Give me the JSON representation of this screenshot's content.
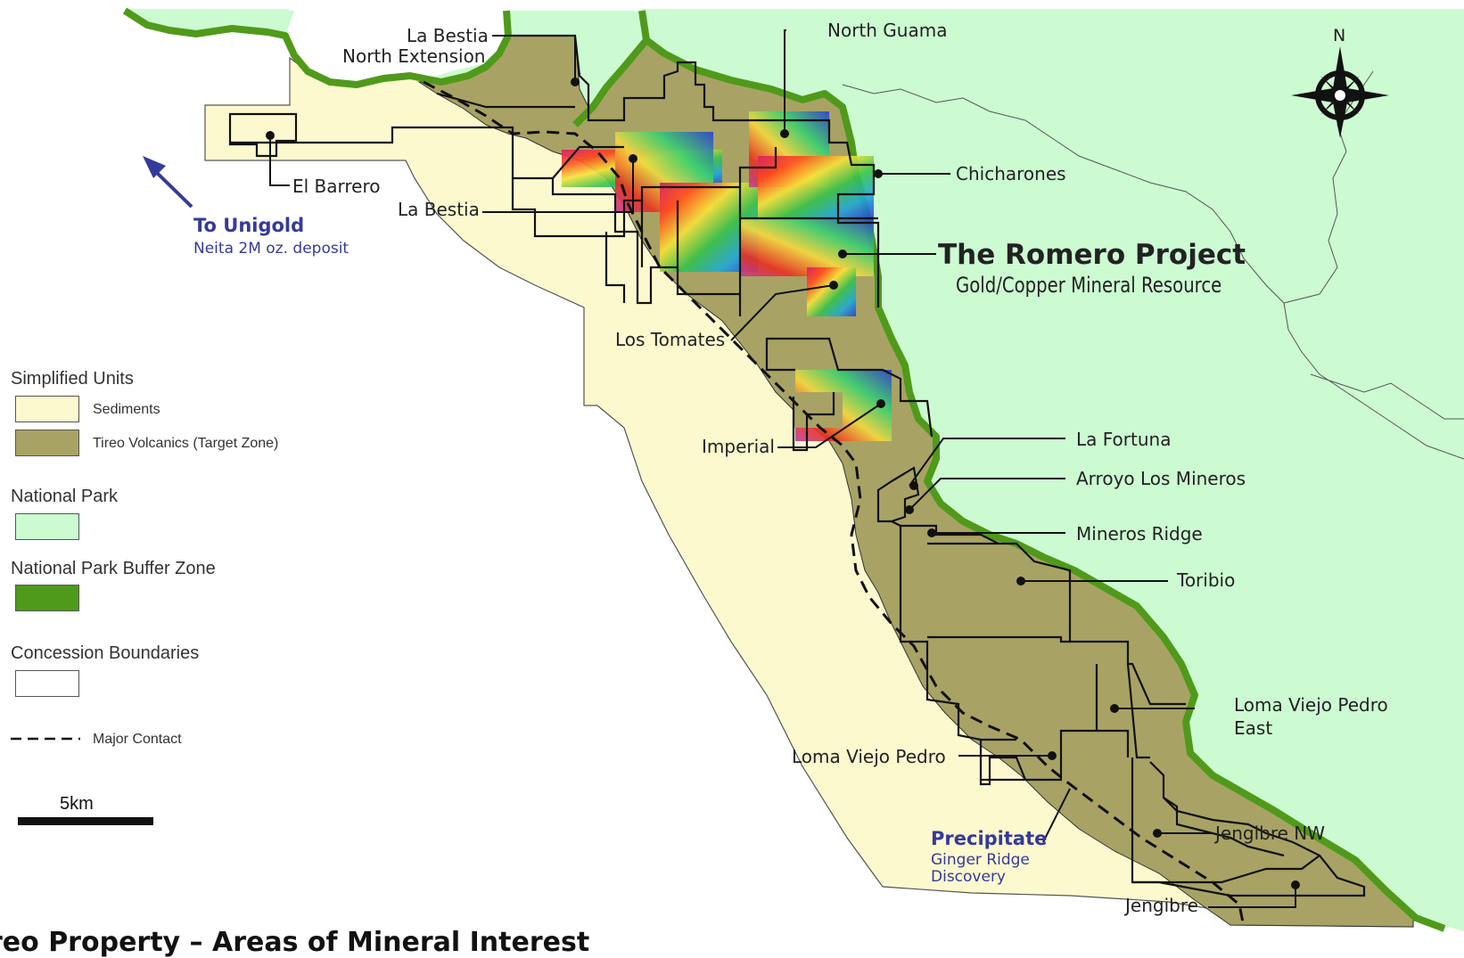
{
  "title": "reo Property – Areas of Mineral Interest",
  "compass": {
    "north_label": "N"
  },
  "colors": {
    "park": "#ccfbd2",
    "buffer": "#4f9a1a",
    "sediments": "#fdf9cf",
    "volcanics": "#a8a364",
    "boundary": "#111111",
    "accent_blue": "#343a9a"
  },
  "labels": {
    "la_bestia_north": [
      "La Bestia",
      "North Extension"
    ],
    "north_guama": "North Guama",
    "el_barrero": "El Barrero",
    "la_bestia": "La Bestia",
    "chicharones": "Chicharones",
    "romero_title": "The Romero Project",
    "romero_sub": "Gold/Copper Mineral Resource",
    "los_tomates": "Los Tomates",
    "imperial": "Imperial",
    "la_fortuna": "La Fortuna",
    "arroyo_los_mineros": "Arroyo Los Mineros",
    "mineros_ridge": "Mineros Ridge",
    "toribio": "Toribio",
    "loma_viejo_pedro_east": [
      "Loma Viejo Pedro",
      "East"
    ],
    "loma_viejo_pedro": "Loma Viejo Pedro",
    "precipitate": "Precipitate",
    "ginger_ridge": [
      "Ginger Ridge",
      "Discovery"
    ],
    "jengibre_nw": "Jengibre NW",
    "jengibre": "Jengibre",
    "to_unigold": "To Unigold",
    "neita": "Neita 2M oz. deposit"
  },
  "legend": {
    "simplified_units": "Simplified Units",
    "sediments": "Sediments",
    "tireo": "Tireo Volcanics (Target Zone)",
    "national_park": "National Park",
    "buffer_zone": "National Park Buffer Zone",
    "concession": "Concession Boundaries",
    "major_contact": "Major Contact"
  },
  "scale_bar": {
    "label": "5km"
  }
}
